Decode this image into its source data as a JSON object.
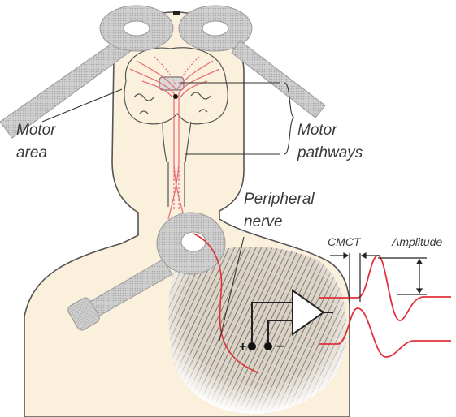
{
  "labels": {
    "motor_area_line1": "Motor",
    "motor_area_line2": "area",
    "motor_pathways_line1": "Motor",
    "motor_pathways_line2": "pathways",
    "peripheral_nerve_line1": "Peripheral",
    "peripheral_nerve_line2": "nerve",
    "cmct": "CMCT",
    "amplitude": "Amplitude",
    "plus": "+",
    "minus": "−"
  },
  "colors": {
    "skin": "#faf0dc",
    "skin_outline": "#555555",
    "coil": "#c9c9c9",
    "coil_edge": "#9a9a9a",
    "pathway": "#e8707a",
    "signal": "#e0303a",
    "ink": "#222222",
    "muscle": "#8a7f72"
  }
}
